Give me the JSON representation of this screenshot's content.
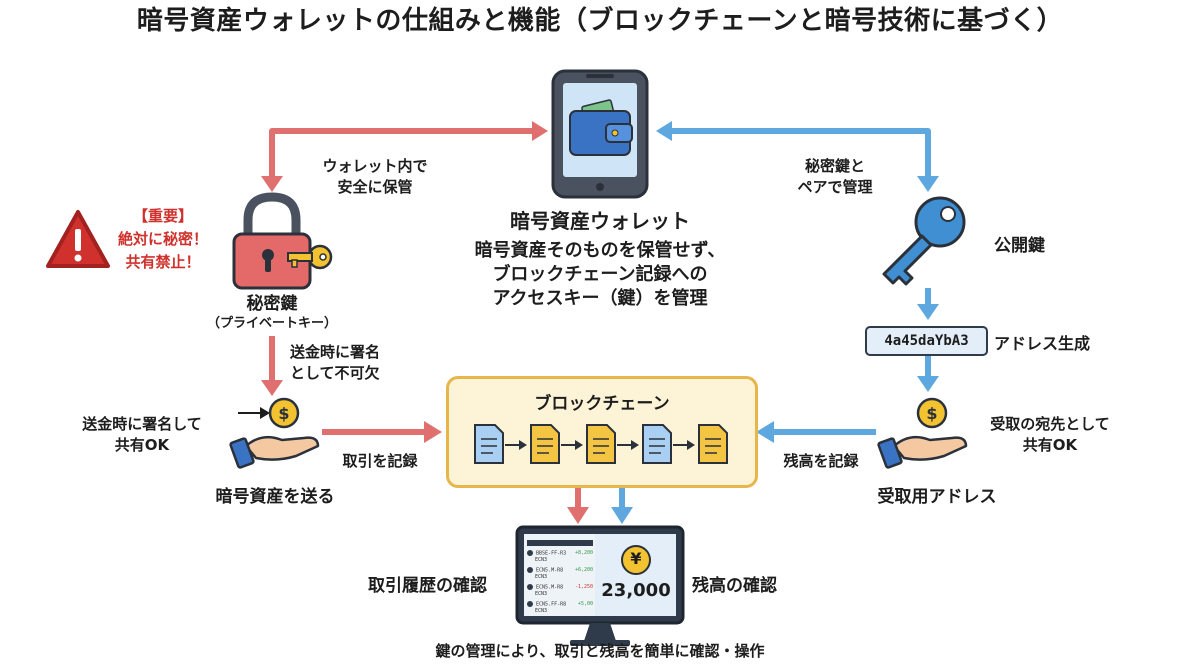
{
  "title": "暗号資産ウォレットの仕組みと機能（ブロックチェーンと暗号技術に基づく）",
  "wallet": {
    "label": "暗号資産ウォレット",
    "description": [
      "暗号資産そのものを保管せず、",
      "ブロックチェーン記録への",
      "アクセスキー（鍵）を管理"
    ]
  },
  "private_key": {
    "label": "秘密鍵",
    "sublabel": "（プライベートキー）",
    "warning": [
      "【重要】",
      "絶対に秘密！",
      "共有禁止！"
    ],
    "store_note": [
      "ウォレット内で",
      "安全に保管"
    ]
  },
  "public_key": {
    "label": "公開鍵",
    "pair_note": [
      "秘密鍵と",
      "ペアで管理"
    ],
    "address_value": "4a45daYbA3",
    "address_label": "アドレス生成"
  },
  "sign_note": [
    "送金時に署名",
    "として不可欠"
  ],
  "send": {
    "label": "暗号資産を送る",
    "share_note": [
      "送金時に署名して",
      "共有OK"
    ],
    "record_label": "取引を記録"
  },
  "receive": {
    "label": "受取用アドレス",
    "share_note": [
      "受取の宛先として",
      "共有OK"
    ],
    "record_label": "残高を記録"
  },
  "blockchain": {
    "label": "ブロックチェーン"
  },
  "monitor": {
    "history_label": "取引履歴の確認",
    "balance_label": "残高の確認",
    "balance_value": "23,000",
    "currency_symbol": "¥",
    "transactions": [
      {
        "id": "BBSE-FF-R3",
        "sub": "ECN3",
        "amount": "+8,200"
      },
      {
        "id": "ECN5.M-R8",
        "sub": "ECN3",
        "amount": "+6,200"
      },
      {
        "id": "ECN5.M-R8",
        "sub": "ECN3",
        "amount": "-1,250"
      },
      {
        "id": "ECN5.FF-R8",
        "sub": "ECN3",
        "amount": "+5,00"
      }
    ]
  },
  "footer": "鍵の管理により、取引と残高を簡単に確認・操作",
  "colors": {
    "red_arrow": "#e07070",
    "blue_arrow": "#5ea8df",
    "warning_red": "#d0312d",
    "key_blue": "#3f8fd2",
    "lock_red": "#e46a6a",
    "gold": "#f2c230",
    "chain_box": "#fdf3d6",
    "chain_border": "#e6b64a"
  }
}
